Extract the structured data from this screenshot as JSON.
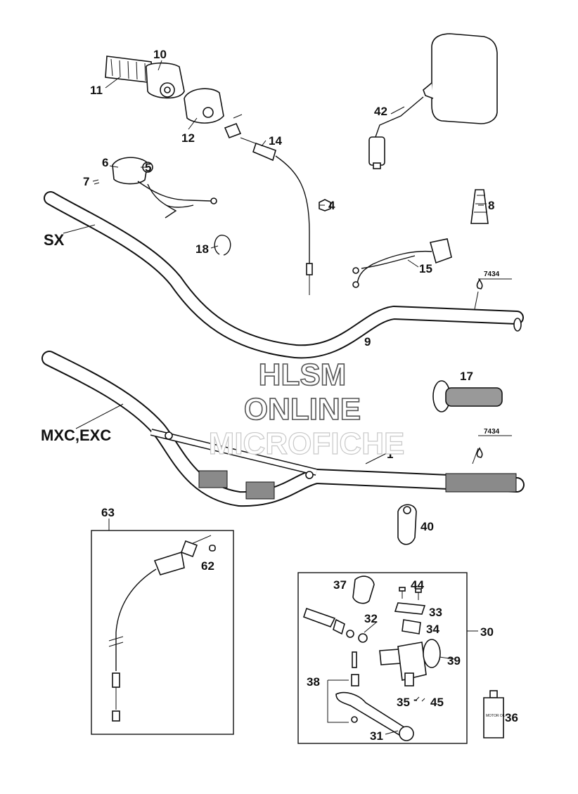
{
  "watermark": {
    "line1": "HLSM",
    "line2": "ONLINE",
    "line3": "MICROFICHE"
  },
  "models": {
    "sx": "SX",
    "mxc_exc": "MXC,EXC"
  },
  "labels": {
    "p1": "1",
    "p4": "4",
    "p5": "5",
    "p6": "6",
    "p7": "7",
    "p8": "8",
    "p9": "9",
    "p10": "10",
    "p11": "11",
    "p12": "12",
    "p14": "14",
    "p15": "15",
    "p17": "17",
    "p18": "18",
    "p30": "30",
    "p31": "31",
    "p32": "32",
    "p33": "33",
    "p34": "34",
    "p35": "35",
    "p36": "36",
    "p37": "37",
    "p38": "38",
    "p39": "39",
    "p40": "40",
    "p42": "42",
    "p44": "44",
    "p45": "45",
    "p62": "62",
    "p63": "63"
  },
  "references": {
    "ref_a": "7434",
    "ref_b": "7434",
    "range_dash": "-"
  },
  "bottle_label": "MOTOR OIL"
}
